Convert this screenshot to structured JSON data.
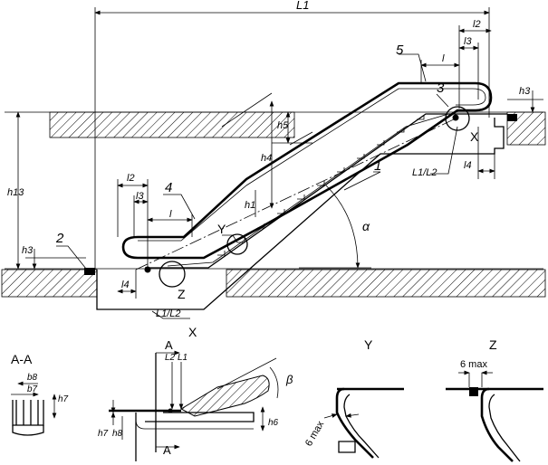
{
  "labels": {
    "L1": "L1",
    "l2": "l2",
    "l3": "l3",
    "l": "l",
    "h3": "h3",
    "h4": "h4",
    "h5": "h5",
    "h1": "h1",
    "h13": "h13",
    "l4": "l4",
    "L1L2": "L1/L2",
    "alpha": "α",
    "n1": "1",
    "n2": "2",
    "n3": "3",
    "n4": "4",
    "n5": "5",
    "X": "X",
    "Y": "Y",
    "Z": "Z"
  },
  "details": {
    "aa_title": "A-A",
    "b8": "b8",
    "b7": "b7",
    "h7": "h7",
    "x_title": "X",
    "A": "A",
    "L2": "L2",
    "L1": "L1",
    "beta": "β",
    "h6": "h6",
    "h8": "h8",
    "y_title": "Y",
    "y_6max": "6 max",
    "z_title": "Z",
    "z_6max": "6 max"
  }
}
